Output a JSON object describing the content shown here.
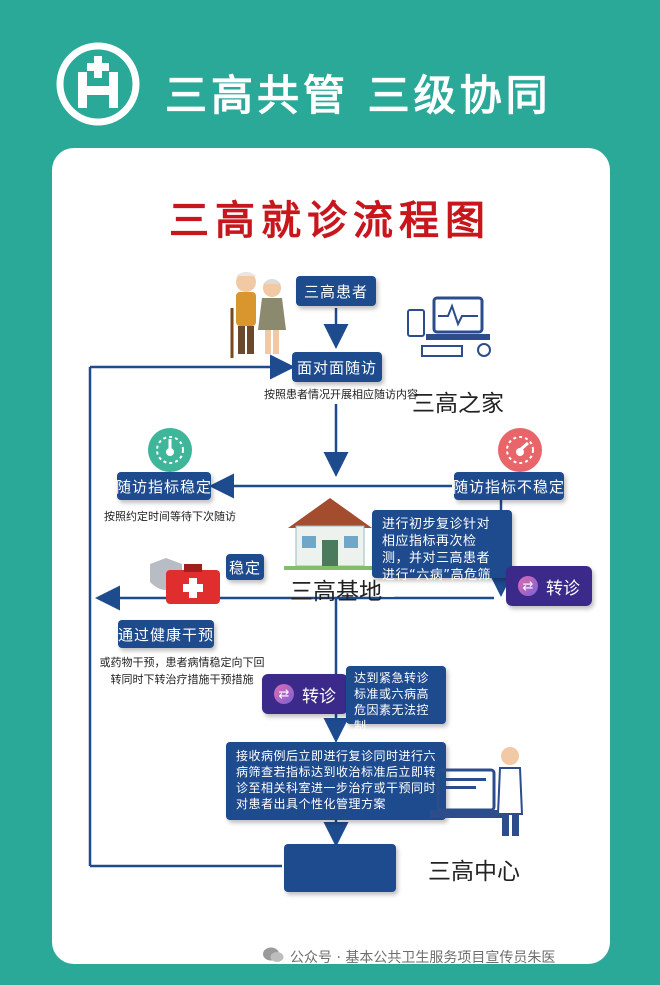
{
  "header": {
    "title": "三高共管  三级协同"
  },
  "flowchart": {
    "title": "三高就诊流程图",
    "nodes": {
      "patient": "三高患者",
      "visit": "面对面随访",
      "visit_note": "按照患者情况开展相应随访内容",
      "stable": "随访指标稳定",
      "stable_note": "按照约定时间等待下次随访",
      "unstable": "随访指标不稳定",
      "base_desc": "进行初步复诊针对相应指标再次检测，并对三高患者进行“六病”高危筛查",
      "stable_label": "稳定",
      "intervention": "通过健康干预",
      "intervention_note": "或药物干预，患者病情稳定向下回转同时下转治疗措施干预措施",
      "transfer_right": "转诊",
      "transfer_middle": "转诊",
      "transfer_condition": "达到紧急转诊标准或六病高危因素无法控制",
      "center_desc": "接收病例后立即进行复诊同时进行六病筛查若指标达到收治标准后立即转诊至相关科室进一步治疗或干预同时对患者出具个性化管理方案",
      "blank_box": ""
    },
    "places": {
      "home": "三高之家",
      "base": "三高基地",
      "center": "三高中心"
    },
    "colors": {
      "background": "#2aa898",
      "box": "#1e4a8e",
      "title_red": "#c8161d",
      "transfer": "#3b2a8a"
    }
  },
  "footer": {
    "text": "公众号 · 基本公共卫生服务项目宣传员朱医"
  },
  "icons": [
    "hospital-logo-icon",
    "elderly-couple-icon",
    "tech-devices-icon",
    "green-gauge-icon",
    "red-gauge-icon",
    "house-icon",
    "medical-kit-icon",
    "doctor-laptop-icon",
    "transfer-icon",
    "wechat-icon"
  ]
}
